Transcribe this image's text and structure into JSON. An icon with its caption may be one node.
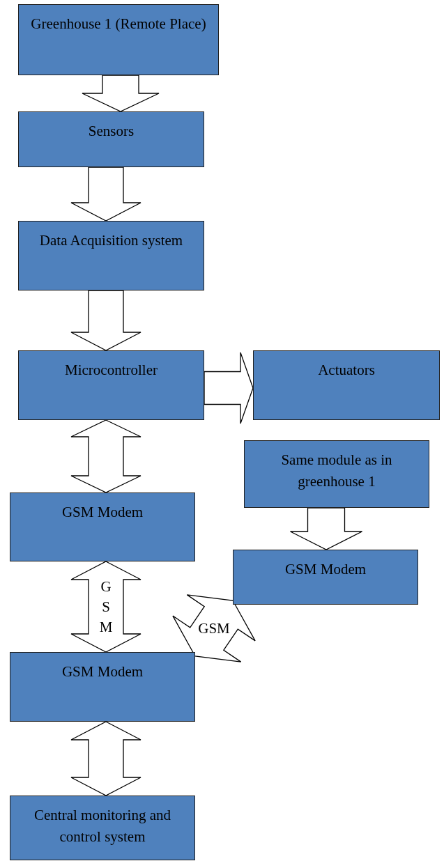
{
  "diagram": {
    "nodes": [
      {
        "text": [
          "Greenhouse 1 (Remote Place)"
        ]
      },
      {
        "text": [
          "Sensors"
        ]
      },
      {
        "text": [
          "Data Acquisition system"
        ]
      },
      {
        "text": [
          "Microcontroller"
        ]
      },
      {
        "text": [
          "Actuators"
        ]
      },
      {
        "text": [
          "Same module as in greenhouse 1"
        ]
      },
      {
        "text": [
          "GSM Modem"
        ]
      },
      {
        "text": [
          "GSM Modem"
        ]
      },
      {
        "text": [
          "GSM Modem"
        ]
      },
      {
        "text": [
          "Central monitoring and control system"
        ]
      }
    ],
    "edges": [
      {
        "from": 0,
        "to": 1,
        "arrow": "to"
      },
      {
        "from": 1,
        "to": 2,
        "arrow": "to"
      },
      {
        "from": 2,
        "to": 3,
        "arrow": "to"
      },
      {
        "from": 3,
        "to": 4,
        "arrow": "to"
      },
      {
        "from": 3,
        "to": 7,
        "arrow": "both"
      },
      {
        "from": 7,
        "to": 8,
        "arrow": "both",
        "label": "GSM"
      },
      {
        "from": 8,
        "to": 6,
        "arrow": "both",
        "label": "GSM"
      },
      {
        "from": 5,
        "to": 6,
        "arrow": "to"
      },
      {
        "from": 8,
        "to": 9,
        "arrow": "both"
      }
    ]
  }
}
